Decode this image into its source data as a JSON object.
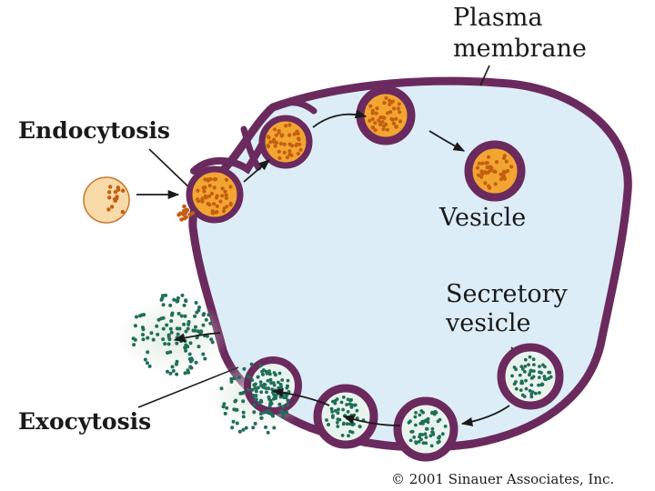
{
  "labels": {
    "plasma_membrane_line1": "Plasma",
    "plasma_membrane_line2": "membrane",
    "endocytosis": "Endocytosis",
    "vesicle": "Vesicle",
    "secretory_line1": "Secretory",
    "secretory_line2": "vesicle",
    "exocytosis": "Exocytosis"
  },
  "credit": "© 2001 Sinauer Associates, Inc.",
  "colors": {
    "membrane": "#6b2a5e",
    "cytoplasm": "#dcedf8",
    "endocytic_cargo": "#f2a531",
    "endocytic_dots": "#c45f10",
    "secretory_cargo": "#e9f3ee",
    "secretory_dots": "#1f6e58",
    "arrow": "#1a1a1a"
  },
  "icons": {
    "plain_arrow": "arrow-icon"
  }
}
